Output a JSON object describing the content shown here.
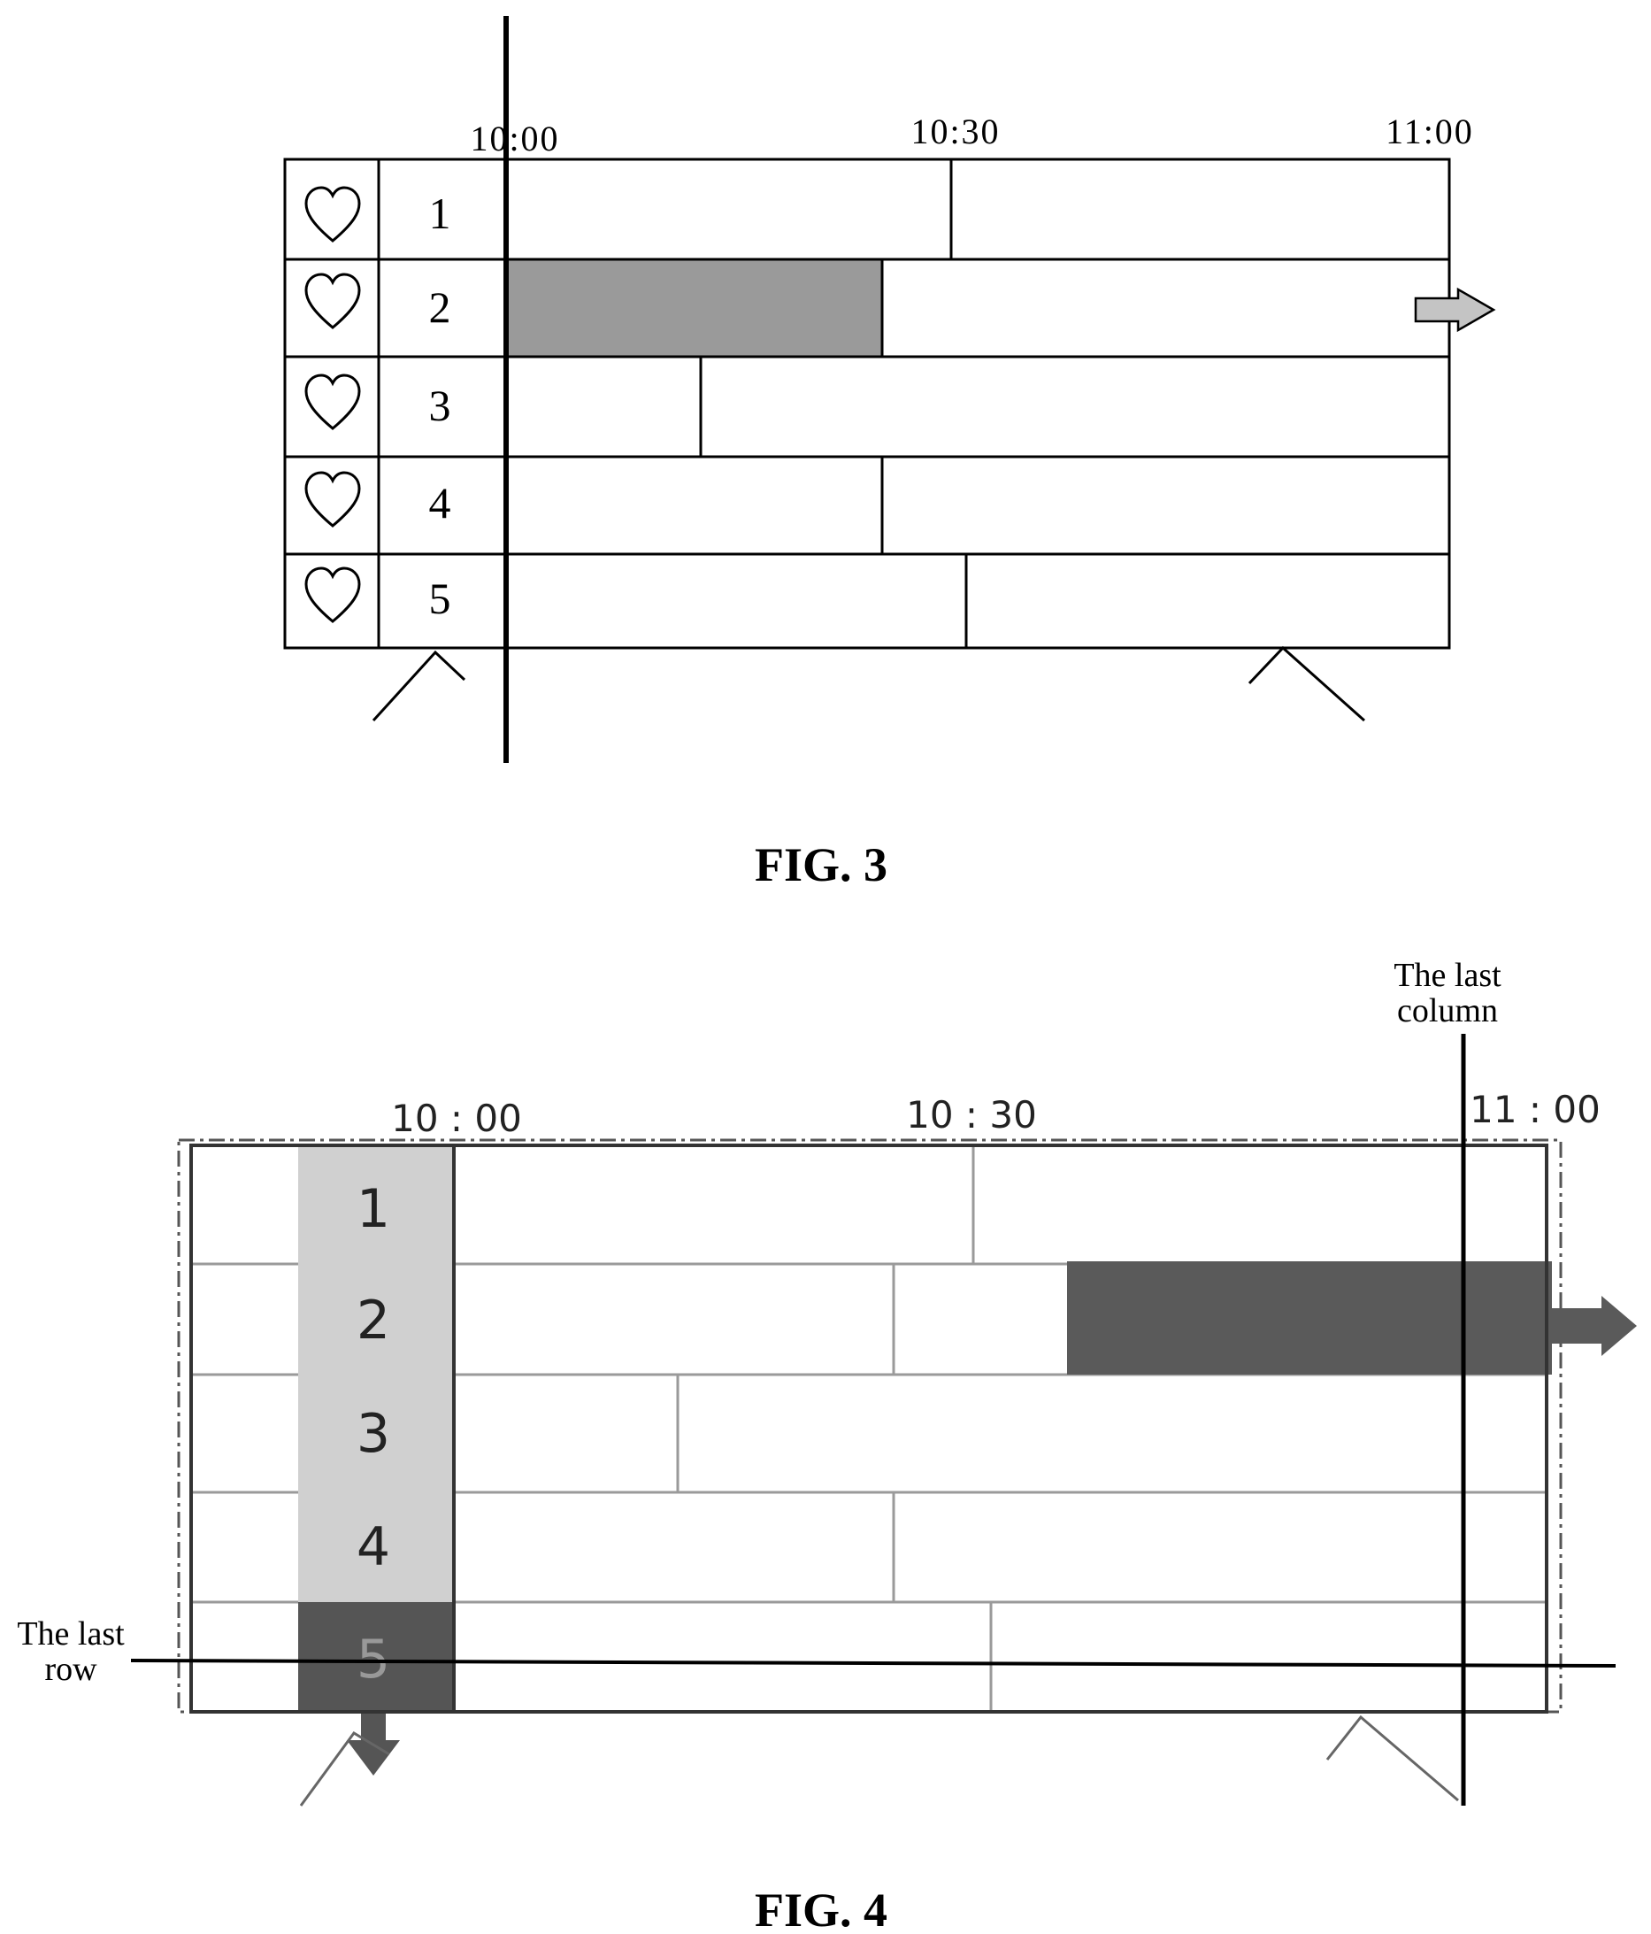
{
  "fig3": {
    "caption": "FIG. 3",
    "time_labels": [
      "10:00",
      "10:30",
      "11:00"
    ],
    "rows": [
      {
        "number": "1",
        "icon": "heart-icon"
      },
      {
        "number": "2",
        "icon": "heart-icon"
      },
      {
        "number": "3",
        "icon": "heart-icon"
      },
      {
        "number": "4",
        "icon": "heart-icon"
      },
      {
        "number": "5",
        "icon": "heart-icon"
      }
    ],
    "highlight_color": "#999999"
  },
  "fig4": {
    "caption": "FIG. 4",
    "time_labels": [
      "10 : 00",
      "10 : 30",
      "11 : 00"
    ],
    "rows": [
      "1",
      "2",
      "3",
      "4",
      "5"
    ],
    "label_last_column": [
      "The last",
      "column"
    ],
    "label_last_row": [
      "The last",
      "row"
    ],
    "column_color": "#d0d0d0",
    "selected_row_color": "#555555",
    "highlight_color": "#5a5a5a"
  }
}
